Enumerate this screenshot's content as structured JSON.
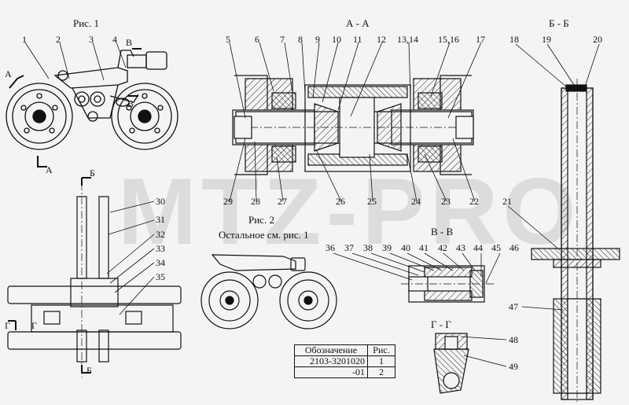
{
  "watermark": "MTZ-PRO",
  "figures": {
    "fig1": "Рис. 1",
    "fig2": "Рис. 2",
    "fig2_note": "Остальное см. рис. 1",
    "section_aa": "А - А",
    "section_bb": "Б - Б",
    "section_vv": "В - В",
    "section_gg": "Г - Г"
  },
  "section_marks": {
    "a": "А",
    "b": "Б",
    "v": "В",
    "g": "Г"
  },
  "callouts": [
    "1",
    "2",
    "3",
    "4",
    "5",
    "6",
    "7",
    "8",
    "9",
    "10",
    "11",
    "12",
    "13,14",
    "15,16",
    "17",
    "18",
    "19",
    "20",
    "21",
    "22",
    "23",
    "24",
    "25",
    "26",
    "27",
    "28",
    "29",
    "30",
    "31",
    "32",
    "33",
    "34",
    "35",
    "36",
    "37",
    "38",
    "39",
    "40",
    "41",
    "42",
    "43",
    "44",
    "45",
    "46",
    "47",
    "48",
    "49"
  ],
  "spec_table": {
    "header": [
      "Обозначение",
      "Рис."
    ],
    "rows": [
      [
        "2103-3201020",
        "1"
      ],
      [
        "-01",
        "2"
      ]
    ]
  }
}
